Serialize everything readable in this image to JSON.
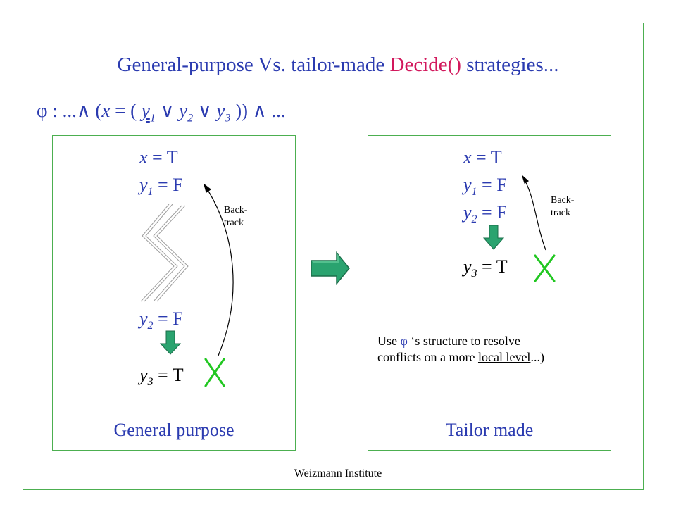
{
  "title": {
    "part1": "General-purpose Vs. tailor-made ",
    "part2": "Decide()",
    "part3": " strategies..."
  },
  "formula": {
    "phi": "φ",
    "colon": " :   ...",
    "and1": "∧",
    "open": " (",
    "x": "x",
    "eq": " = ( ",
    "y": "y",
    "s1": "1",
    "s2": "2",
    "s3": "3",
    "or": "∨",
    "close": " )) ",
    "and2": "∧",
    "dots": " ..."
  },
  "left_panel": {
    "x_var": "x",
    "x_val": "  = T",
    "y1_var": "y",
    "y1_sub": "1",
    "y1_val": " = F",
    "y2_var": "y",
    "y2_sub": "2",
    "y2_val": " = F",
    "y3_var": "y",
    "y3_sub": "3",
    "y3_val": " = T",
    "backtrack_1": "Back-",
    "backtrack_2": "track",
    "caption": "General purpose"
  },
  "right_panel": {
    "x_var": "x",
    "x_val": "  = T",
    "y1_var": "y",
    "y1_sub": "1",
    "y1_val": " = F",
    "y2_var": "y",
    "y2_sub": "2",
    "y2_val": " = F",
    "y3_var": "y",
    "y3_sub": "3",
    "y3_val": " = T",
    "backtrack_1": "Back-",
    "backtrack_2": "track",
    "note_1": "Use ",
    "note_phi": "φ",
    "note_2": " ‘s structure to resolve",
    "note_3": "conflicts on a more ",
    "note_local": "local level",
    "note_4": "...)",
    "caption": "Tailor made"
  },
  "footer": "Weizmann Institute",
  "colors": {
    "border": "#4caf50",
    "title": "#2b3bb0",
    "highlight": "#d2185c",
    "arrow": "#2aa36f",
    "cross": "#21c721"
  }
}
